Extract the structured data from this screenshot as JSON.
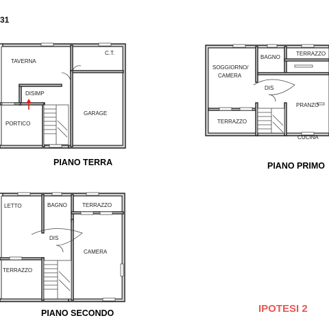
{
  "page_number": "31",
  "accent_color": "#e8574f",
  "plans": [
    {
      "title": "PIANO TERRA",
      "rooms": [
        "TAVERNA",
        "C.T.",
        "DISIMP",
        "PORTICO",
        "GARAGE"
      ]
    },
    {
      "title": "PIANO PRIMO",
      "rooms": [
        "SOGGIORNO/",
        "CAMERA",
        "BAGNO",
        "TERRAZZO",
        "DIS",
        "PRANZO",
        "TERRAZZO",
        "CUCINA"
      ]
    },
    {
      "title": "PIANO SECONDO",
      "rooms": [
        "LETTO",
        "BAGNO",
        "TERRAZZO",
        "DIS",
        "CAMERA",
        "TERRAZZO"
      ]
    }
  ],
  "hypothesis_label": "IPOTESI 2"
}
